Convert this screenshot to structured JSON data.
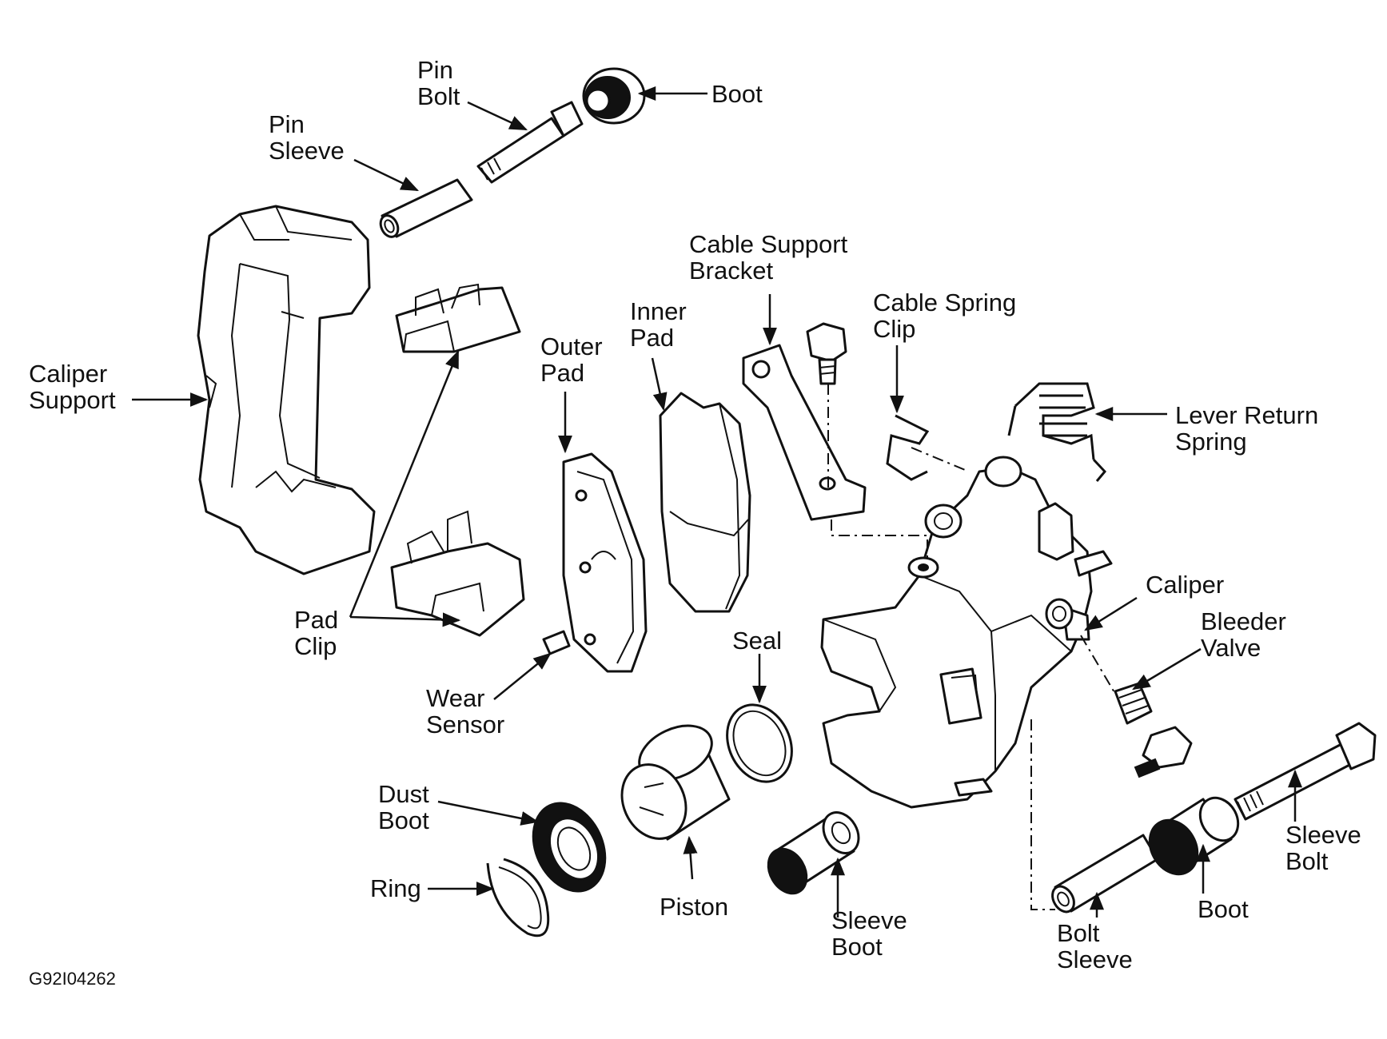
{
  "figure_code": "G92I04262",
  "labels": {
    "pin_bolt": [
      "Pin",
      "Bolt"
    ],
    "boot_top": [
      "Boot"
    ],
    "pin_sleeve": [
      "Pin",
      "Sleeve"
    ],
    "caliper_support": [
      "Caliper",
      "Support"
    ],
    "cable_support_bracket": [
      "Cable Support",
      "Bracket"
    ],
    "cable_spring_clip": [
      "Cable Spring",
      "Clip"
    ],
    "inner_pad": [
      "Inner",
      "Pad"
    ],
    "outer_pad": [
      "Outer",
      "Pad"
    ],
    "lever_return_spring": [
      "Lever Return",
      "Spring"
    ],
    "caliper": [
      "Caliper"
    ],
    "bleeder_valve": [
      "Bleeder",
      "Valve"
    ],
    "pad_clip": [
      "Pad",
      "Clip"
    ],
    "seal": [
      "Seal"
    ],
    "wear_sensor": [
      "Wear",
      "Sensor"
    ],
    "dust_boot": [
      "Dust",
      "Boot"
    ],
    "ring": [
      "Ring"
    ],
    "piston": [
      "Piston"
    ],
    "sleeve_boot": [
      "Sleeve",
      "Boot"
    ],
    "bolt_sleeve": [
      "Bolt",
      "Sleeve"
    ],
    "boot_bottom": [
      "Boot"
    ],
    "sleeve_bolt": [
      "Sleeve",
      "Bolt"
    ]
  }
}
